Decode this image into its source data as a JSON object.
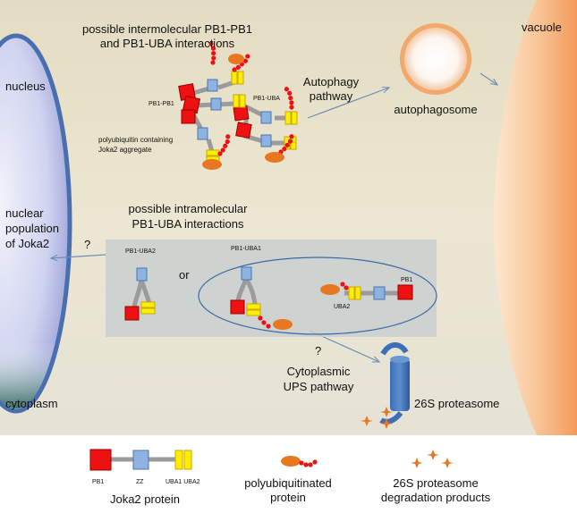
{
  "cell": {
    "nucleus_label": "nucleus",
    "cytoplasm_label": "cytoplasm",
    "vacuole_label": "vacuole",
    "nuclear_population": [
      "nuclear",
      "population",
      "of Joka2"
    ],
    "question_mark_nuclear": "?",
    "question_mark_ups": "?"
  },
  "top": {
    "title_lines": [
      "possible intermolecular PB1-PB1",
      "and PB1-UBA interactions"
    ],
    "pb1_pb1_label": "PB1-PB1",
    "pb1_uba_label": "PB1-UBA",
    "aggregate_lines": [
      "polyubiquitin containing",
      "Joka2 aggregate"
    ]
  },
  "autophagy": {
    "pathway_lines": [
      "Autophagy",
      "pathway"
    ],
    "autophagosome_label": "autophagosome"
  },
  "intramolecular": {
    "title_lines": [
      "possible intramolecular",
      "PB1-UBA interactions"
    ],
    "pb1_uba2_label": "PB1-UBA2",
    "or_label": "or",
    "pb1_uba1_label": "PB1-UBA1",
    "uba2_label": "UBA2",
    "pb1_label": "PB1"
  },
  "ups": {
    "pathway_lines": [
      "Cytoplasmic",
      "UPS pathway"
    ],
    "proteasome_label": "26S proteasome"
  },
  "legend": {
    "pb1": "PB1",
    "zz": "ZZ",
    "uba": "UBA1 UBA2",
    "joka2": "Joka2 protein",
    "polyub_lines": [
      "polyubiquitinated",
      "protein"
    ],
    "products_lines": [
      "26S proteasome",
      "degradation products"
    ]
  },
  "colors": {
    "pb1": "#ee1111",
    "zz": "#8fb3e0",
    "uba": "#ffee00",
    "ubiquitin": "#ee1111",
    "protein": "#e87722",
    "nucleus": "#4a6fb0",
    "cytoplasm": "#e8e1c6",
    "panel": "#c9cfcf"
  }
}
